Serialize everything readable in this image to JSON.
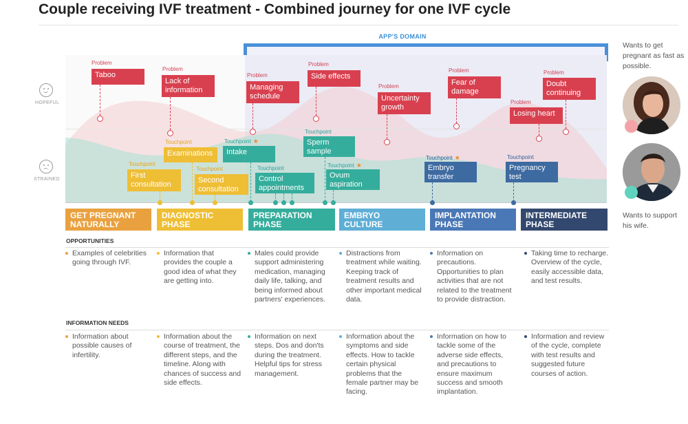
{
  "title": "Couple receiving IVF treatment - Combined journey for one IVF cycle",
  "app_domain_label": "APP'S DOMAIN",
  "emotion_scale": {
    "top": "HOPEFUL",
    "bottom": "STRAINED"
  },
  "tag_problem": "Problem",
  "tag_touchpoint": "Touchpoint",
  "star_icon": "star-icon",
  "problems": [
    {
      "id": "taboo",
      "label": "Taboo"
    },
    {
      "id": "lack-of-information",
      "label": "Lack of information"
    },
    {
      "id": "managing-schedule",
      "label": "Managing schedule"
    },
    {
      "id": "side-effects",
      "label": "Side effects"
    },
    {
      "id": "uncertainty-growth",
      "label": "Uncertainty growth"
    },
    {
      "id": "fear-of-damage",
      "label": "Fear of damage"
    },
    {
      "id": "losing-heart",
      "label": "Losing heart"
    },
    {
      "id": "doubt-continuing",
      "label": "Doubt continuing"
    }
  ],
  "touchpoints": [
    {
      "id": "first-consultation",
      "label": "First consultation",
      "color": "orange",
      "star": false
    },
    {
      "id": "examinations",
      "label": "Examinations",
      "color": "orange",
      "star": false
    },
    {
      "id": "second-consultation",
      "label": "Second consultation",
      "color": "orange",
      "star": false
    },
    {
      "id": "intake",
      "label": "Intake",
      "color": "teal",
      "star": true
    },
    {
      "id": "control-appointments",
      "label": "Control appointments",
      "color": "teal",
      "star": false
    },
    {
      "id": "sperm-sample",
      "label": "Sperm sample",
      "color": "teal",
      "star": false
    },
    {
      "id": "ovum-aspiration",
      "label": "Ovum aspiration",
      "color": "teal",
      "star": true
    },
    {
      "id": "embryo-transfer",
      "label": "Embryo transfer",
      "color": "blue",
      "star": true
    },
    {
      "id": "pregnancy-test",
      "label": "Pregnancy test",
      "color": "blue",
      "star": false
    }
  ],
  "phases": [
    {
      "id": "get-pregnant-naturally",
      "label": "GET PREGNANT NATURALLY",
      "color": "#e9a13f"
    },
    {
      "id": "diagnostic-phase",
      "label": "DIAGNOSTIC PHASE",
      "color": "#eebe35"
    },
    {
      "id": "preparation-phase",
      "label": "PREPARATION PHASE",
      "color": "#35ad9c"
    },
    {
      "id": "embryo-culture",
      "label": "EMBRYO CULTURE",
      "color": "#5faed6"
    },
    {
      "id": "implantation-phase",
      "label": "IMPLANTATION PHASE",
      "color": "#4a78b6"
    },
    {
      "id": "intermediate-phase",
      "label": "INTERMEDIATE PHASE",
      "color": "#33486e"
    }
  ],
  "opportunities": {
    "title": "OPPORTUNITIES",
    "items": [
      "Examples of celebrities going through IVF.",
      "Information that provides the couple a good idea of what they are getting into.",
      "Males could provide support administering medication, managing daily life, talking, and being informed about partners' experiences.",
      "Distractions from treatment while waiting. Keeping track of treatment results and other important medical data.",
      "Information on precautions. Opportunities to plan activities that are not related to the treatment to provide distraction.",
      "Taking time to recharge. Overview of the cycle, easily accessible data, and test results."
    ]
  },
  "information_needs": {
    "title": "INFORMATION NEEDS",
    "items": [
      "Information about possible causes of infertility.",
      "Information about the course of treatment, the different steps, and the timeline. Along with chances of success and side effects.",
      "Information on next steps. Dos and don'ts during the treatment. Helpful tips for stress management.",
      "Information about the symptoms and side effects. How to tackle certain physical problems that the female partner may be facing.",
      "Information on how to tackle some of the adverse side effects, and precautions to ensure maximum success and smooth implantation.",
      "Information and review of the cycle, complete with test results and suggested future courses of action."
    ]
  },
  "personas": [
    {
      "id": "female",
      "note": "Wants to get pregnant as fast as possible.",
      "badge_color": "#f3a3a8"
    },
    {
      "id": "male",
      "note": "Wants to support his wife.",
      "badge_color": "#5fd3bf"
    }
  ]
}
